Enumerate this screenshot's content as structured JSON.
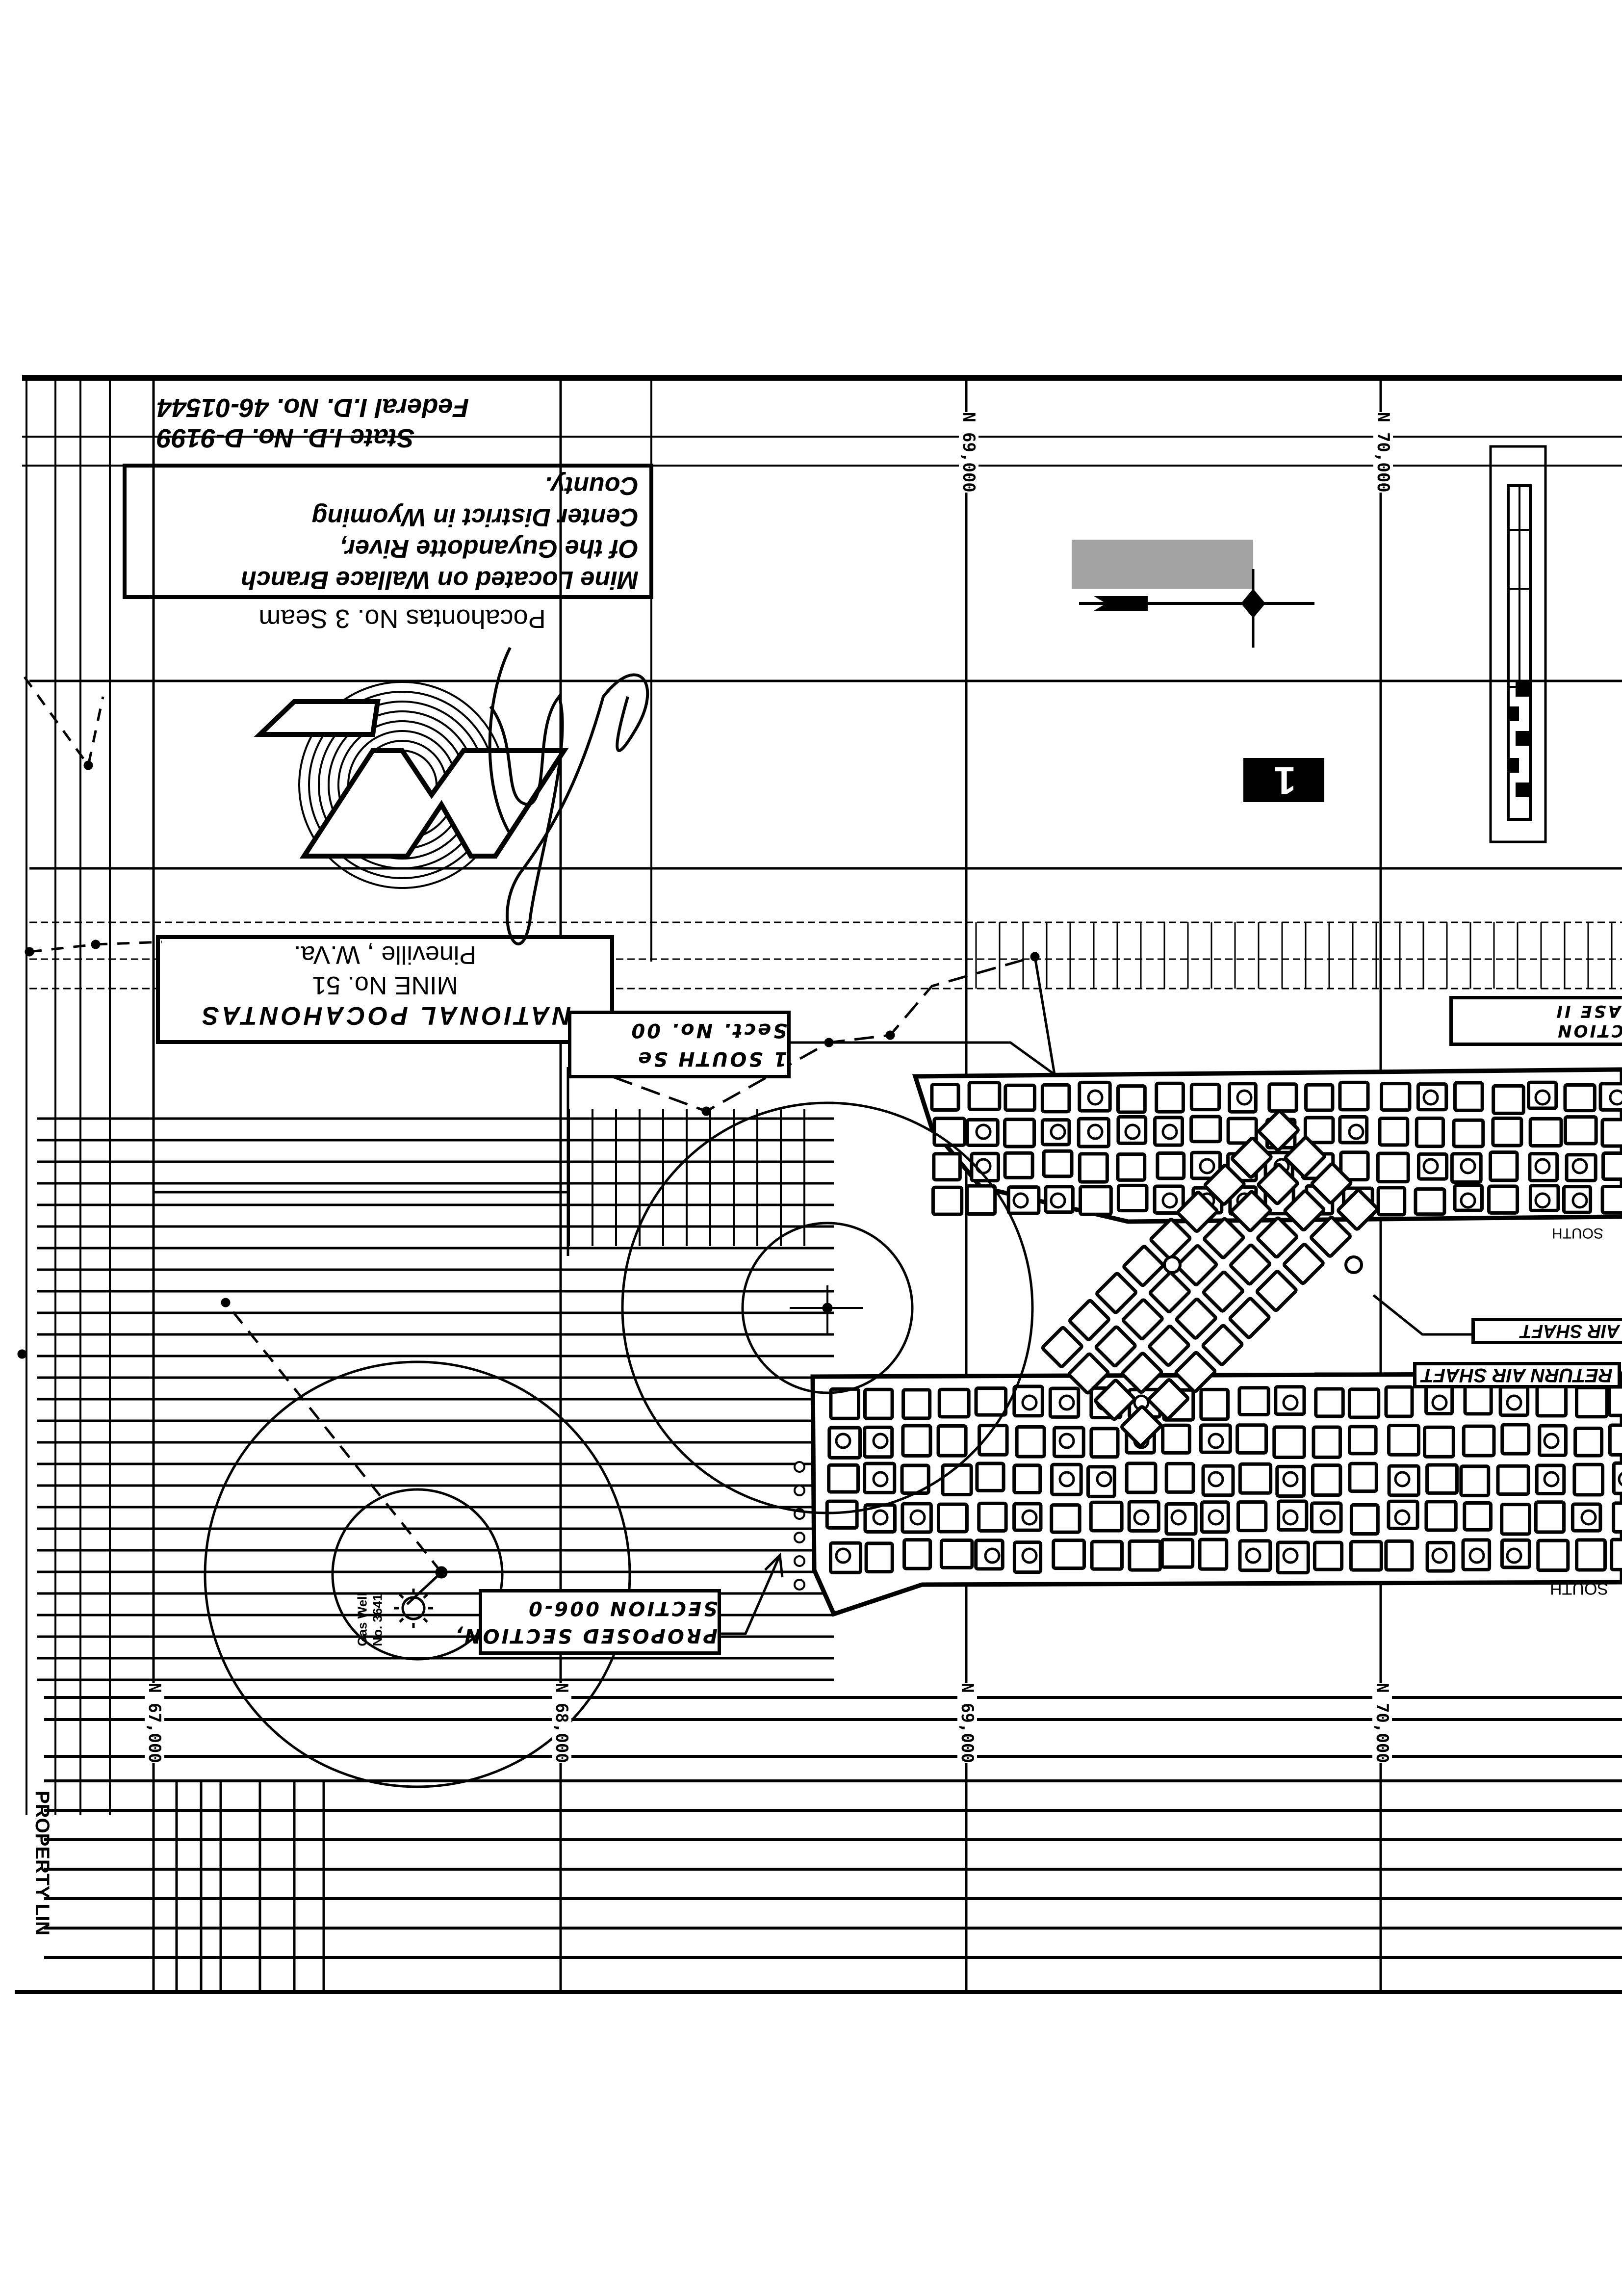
{
  "title_block": {
    "federal_id": "Federal    I.D. No. 46-01544",
    "state_id": "State      I.D. No. D-9199",
    "location_lines": [
      "Mine Located on Wallace Branch",
      "Of the Guyandotte River,",
      "Center District in Wyoming",
      "County."
    ],
    "seam": "Pocahontas  No. 3  Seam",
    "logo_letter": "N",
    "company_lines": [
      "NATIONAL  POCAHONTAS",
      "MINE  No. 51",
      "Pineville , W.Va."
    ]
  },
  "labels": {
    "section_1_south": [
      "1 SOUTH Se",
      "Sect. No. 00"
    ],
    "section_phase": [
      "SECTION",
      "PHASE II"
    ],
    "intake_air_shaft": "E  AIR  SHAFT",
    "return_air_shaft": "RETURN  AIR  SHAFT",
    "south_upper": "SOUTH",
    "south_lower": "SOUTH",
    "proposed_section": [
      "PROPOSED SECTION,",
      "SECTION 006-0"
    ],
    "gas_well": [
      "Gas Well",
      "No. 3641"
    ],
    "property_line": "PROPERTY LIN",
    "sheet_number": "1"
  },
  "coordinates": {
    "top": [
      "N 69,000",
      "N 70,000"
    ],
    "bottom": [
      "N 67,000",
      "N 68,000",
      "N 69,000",
      "N 70,000"
    ]
  },
  "colors": {
    "ink": "#000000",
    "paper": "#ffffff"
  }
}
